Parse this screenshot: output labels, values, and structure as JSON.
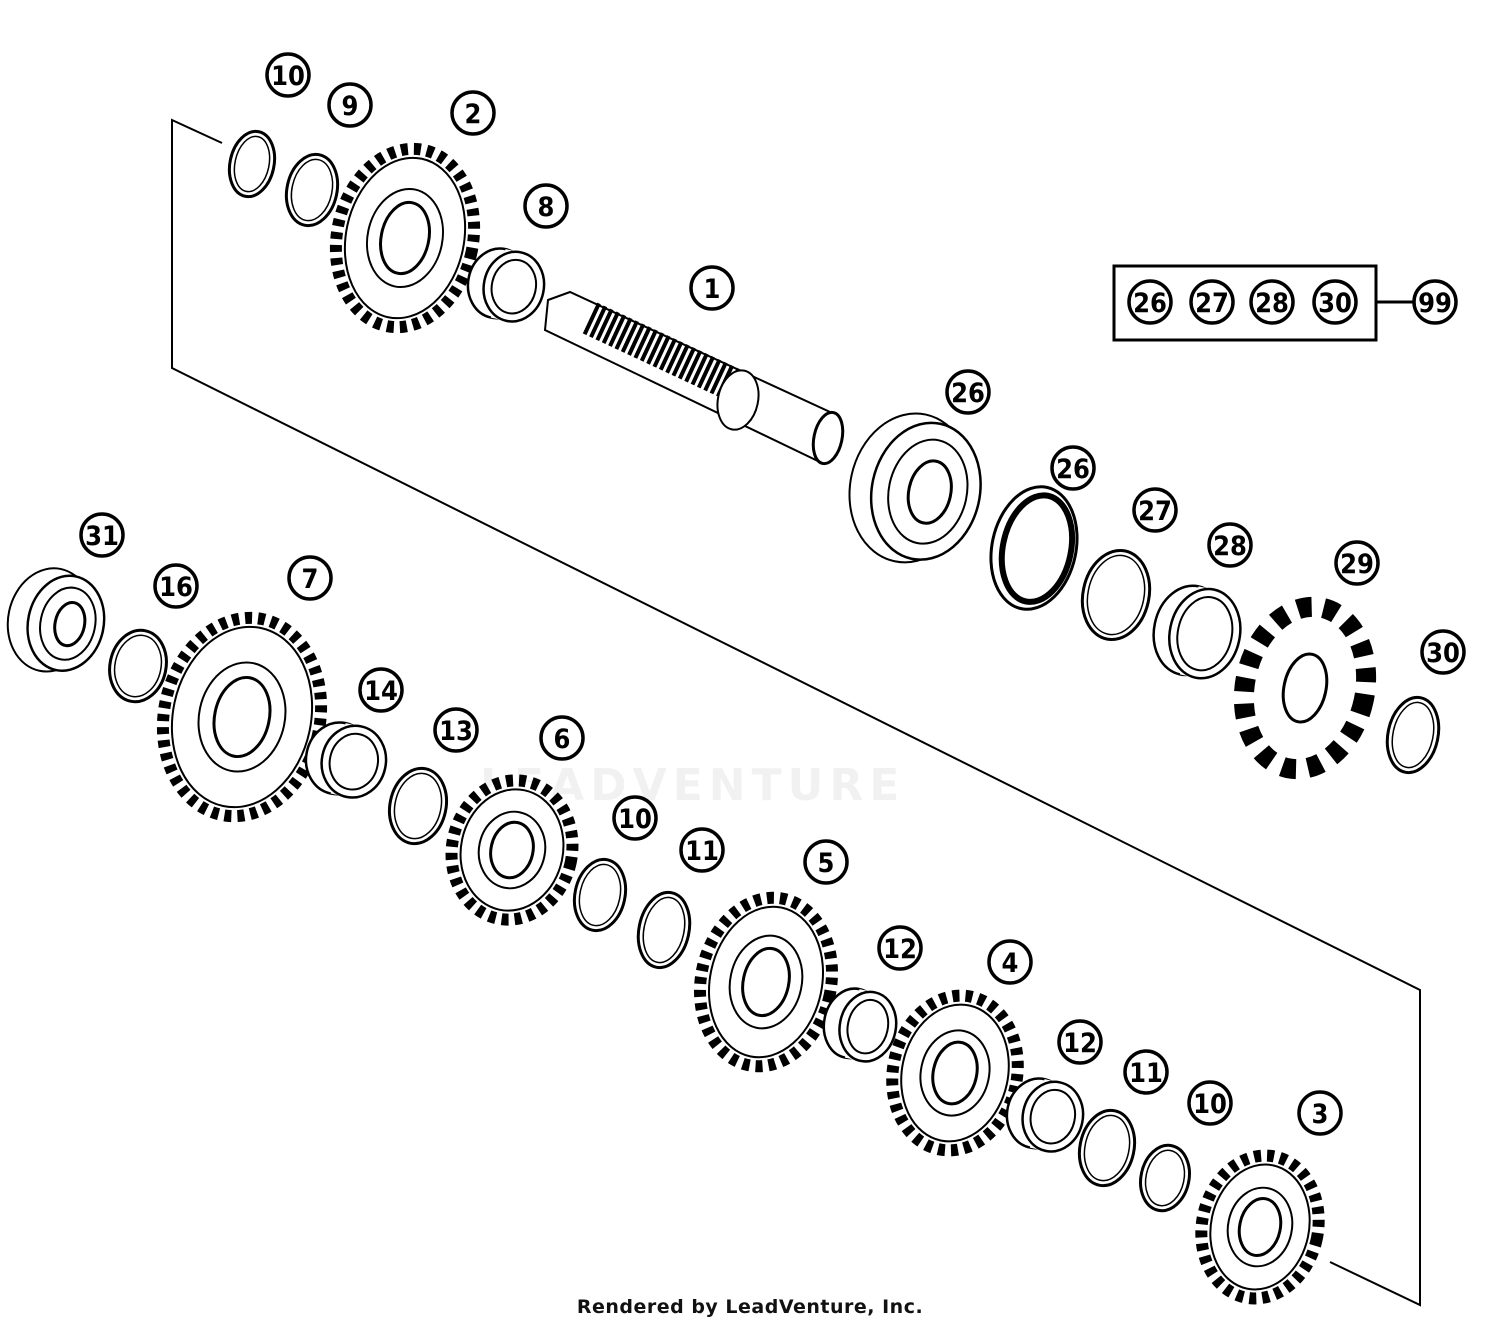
{
  "diagram": {
    "callouts": [
      "10",
      "9",
      "2",
      "8",
      "1",
      "26",
      "26",
      "27",
      "28",
      "29",
      "30",
      "31",
      "16",
      "7",
      "14",
      "13",
      "6",
      "10",
      "11",
      "5",
      "12",
      "4",
      "12",
      "11",
      "10",
      "3"
    ],
    "kit": {
      "members": [
        "26",
        "27",
        "28",
        "30"
      ],
      "kit_number": "99"
    },
    "watermark": "LEADVENTURE",
    "credit": "Rendered by LeadVenture, Inc."
  }
}
